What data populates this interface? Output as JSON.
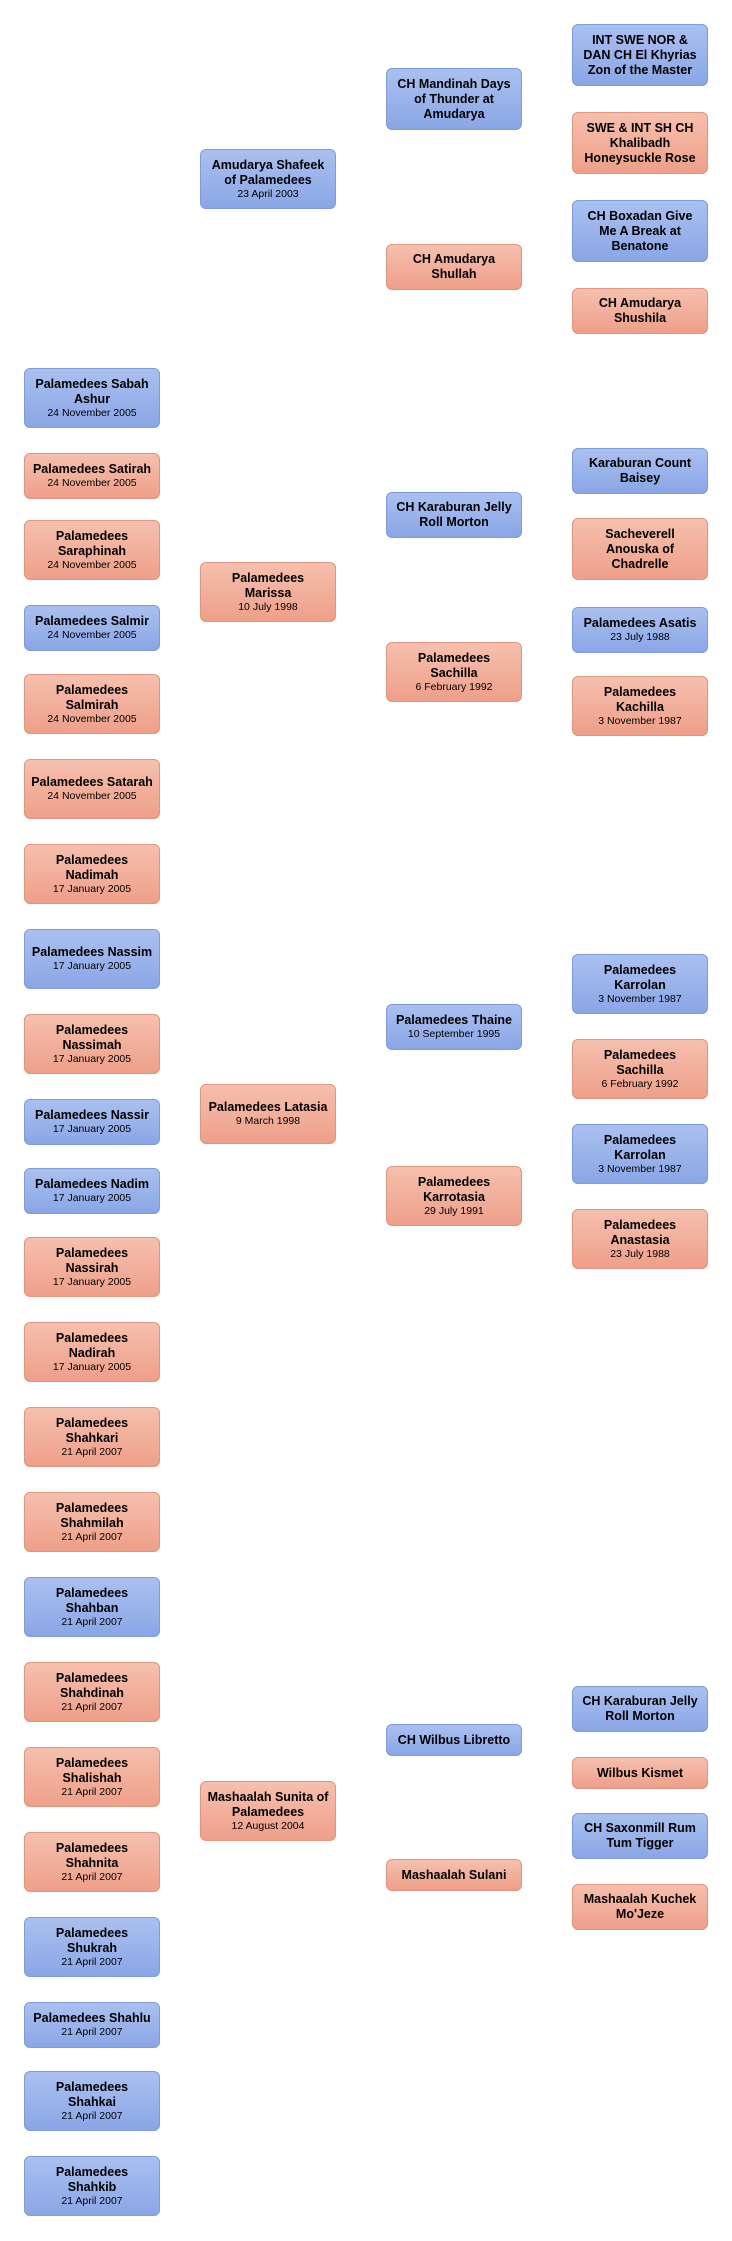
{
  "colors": {
    "male": "#9cb4ec",
    "female": "#f3b09c"
  },
  "nodes": [
    {
      "id": "l1",
      "sex": "m",
      "name": "Palamedees Sabah Ashur",
      "date": "24 November 2005"
    },
    {
      "id": "l2",
      "sex": "f",
      "name": "Palamedees Satirah",
      "date": "24 November 2005"
    },
    {
      "id": "l3",
      "sex": "f",
      "name": "Palamedees Saraphinah",
      "date": "24 November 2005"
    },
    {
      "id": "l4",
      "sex": "m",
      "name": "Palamedees Salmir",
      "date": "24 November 2005"
    },
    {
      "id": "l5",
      "sex": "f",
      "name": "Palamedees Salmirah",
      "date": "24 November 2005"
    },
    {
      "id": "l6",
      "sex": "f",
      "name": "Palamedees Satarah",
      "date": "24 November 2005"
    },
    {
      "id": "l7",
      "sex": "f",
      "name": "Palamedees Nadimah",
      "date": "17 January 2005"
    },
    {
      "id": "l8",
      "sex": "m",
      "name": "Palamedees Nassim",
      "date": "17 January 2005"
    },
    {
      "id": "l9",
      "sex": "f",
      "name": "Palamedees Nassimah",
      "date": "17 January 2005"
    },
    {
      "id": "l10",
      "sex": "m",
      "name": "Palamedees Nassir",
      "date": "17 January 2005"
    },
    {
      "id": "l11",
      "sex": "m",
      "name": "Palamedees Nadim",
      "date": "17 January 2005"
    },
    {
      "id": "l12",
      "sex": "f",
      "name": "Palamedees Nassirah",
      "date": "17 January 2005"
    },
    {
      "id": "l13",
      "sex": "f",
      "name": "Palamedees Nadirah",
      "date": "17 January 2005"
    },
    {
      "id": "l14",
      "sex": "f",
      "name": "Palamedees Shahkari",
      "date": "21 April 2007"
    },
    {
      "id": "l15",
      "sex": "f",
      "name": "Palamedees Shahmilah",
      "date": "21 April 2007"
    },
    {
      "id": "l16",
      "sex": "m",
      "name": "Palamedees Shahban",
      "date": "21 April 2007"
    },
    {
      "id": "l17",
      "sex": "f",
      "name": "Palamedees Shahdinah",
      "date": "21 April 2007"
    },
    {
      "id": "l18",
      "sex": "f",
      "name": "Palamedees Shalishah",
      "date": "21 April 2007"
    },
    {
      "id": "l19",
      "sex": "f",
      "name": "Palamedees Shahnita",
      "date": "21 April 2007"
    },
    {
      "id": "l20",
      "sex": "m",
      "name": "Palamedees Shukrah",
      "date": "21 April 2007"
    },
    {
      "id": "l21",
      "sex": "m",
      "name": "Palamedees Shahlu",
      "date": "21 April 2007"
    },
    {
      "id": "l22",
      "sex": "m",
      "name": "Palamedees Shahkai",
      "date": "21 April 2007"
    },
    {
      "id": "l23",
      "sex": "m",
      "name": "Palamedees Shahkib",
      "date": "21 April 2007"
    },
    {
      "id": "p1",
      "sex": "m",
      "name": "Amudarya Shafeek of Palamedees",
      "date": "23 April 2003"
    },
    {
      "id": "p2",
      "sex": "f",
      "name": "Palamedees Marissa",
      "date": "10 July 1998"
    },
    {
      "id": "p3",
      "sex": "f",
      "name": "Palamedees Latasia",
      "date": "9 March 1998"
    },
    {
      "id": "p4",
      "sex": "f",
      "name": "Mashaalah Sunita of Palamedees",
      "date": "12 August 2004"
    },
    {
      "id": "g1",
      "sex": "m",
      "name": "CH Mandinah Days of Thunder at Amudarya",
      "date": ""
    },
    {
      "id": "g2",
      "sex": "f",
      "name": "CH Amudarya Shullah",
      "date": ""
    },
    {
      "id": "g3",
      "sex": "m",
      "name": "CH Karaburan Jelly Roll Morton",
      "date": ""
    },
    {
      "id": "g4",
      "sex": "f",
      "name": "Palamedees Sachilla",
      "date": "6 February 1992"
    },
    {
      "id": "g5",
      "sex": "m",
      "name": "Palamedees Thaine",
      "date": "10 September 1995"
    },
    {
      "id": "g6",
      "sex": "f",
      "name": "Palamedees Karrotasia",
      "date": "29 July 1991"
    },
    {
      "id": "g7",
      "sex": "m",
      "name": "CH Wilbus Libretto",
      "date": ""
    },
    {
      "id": "g8",
      "sex": "f",
      "name": "Mashaalah Sulani",
      "date": ""
    },
    {
      "id": "r1",
      "sex": "m",
      "name": "INT SWE NOR & DAN CH El Khyrias Zon of the Master",
      "date": ""
    },
    {
      "id": "r2",
      "sex": "f",
      "name": "SWE & INT SH CH Khalibadh Honeysuckle Rose",
      "date": ""
    },
    {
      "id": "r3",
      "sex": "m",
      "name": "CH Boxadan Give Me A Break at Benatone",
      "date": ""
    },
    {
      "id": "r4",
      "sex": "f",
      "name": "CH Amudarya Shushila",
      "date": ""
    },
    {
      "id": "r5",
      "sex": "m",
      "name": "Karaburan Count Baisey",
      "date": ""
    },
    {
      "id": "r6",
      "sex": "f",
      "name": "Sacheverell Anouska of Chadrelle",
      "date": ""
    },
    {
      "id": "r7",
      "sex": "m",
      "name": "Palamedees Asatis",
      "date": "23 July 1988"
    },
    {
      "id": "r8",
      "sex": "f",
      "name": "Palamedees Kachilla",
      "date": "3 November 1987"
    },
    {
      "id": "r9",
      "sex": "m",
      "name": "Palamedees Karrolan",
      "date": "3 November 1987"
    },
    {
      "id": "r10",
      "sex": "f",
      "name": "Palamedees Sachilla",
      "date": "6 February 1992"
    },
    {
      "id": "r11",
      "sex": "m",
      "name": "Palamedees Karrolan",
      "date": "3 November 1987"
    },
    {
      "id": "r12",
      "sex": "f",
      "name": "Palamedees Anastasia",
      "date": "23 July 1988"
    },
    {
      "id": "r13",
      "sex": "m",
      "name": "CH Karaburan Jelly Roll Morton",
      "date": ""
    },
    {
      "id": "r14",
      "sex": "f",
      "name": "Wilbus Kismet",
      "date": ""
    },
    {
      "id": "r15",
      "sex": "m",
      "name": "CH Saxonmill Rum Tum Tigger",
      "date": ""
    },
    {
      "id": "r16",
      "sex": "f",
      "name": "Mashaalah Kuchek Mo'Jeze",
      "date": ""
    }
  ]
}
